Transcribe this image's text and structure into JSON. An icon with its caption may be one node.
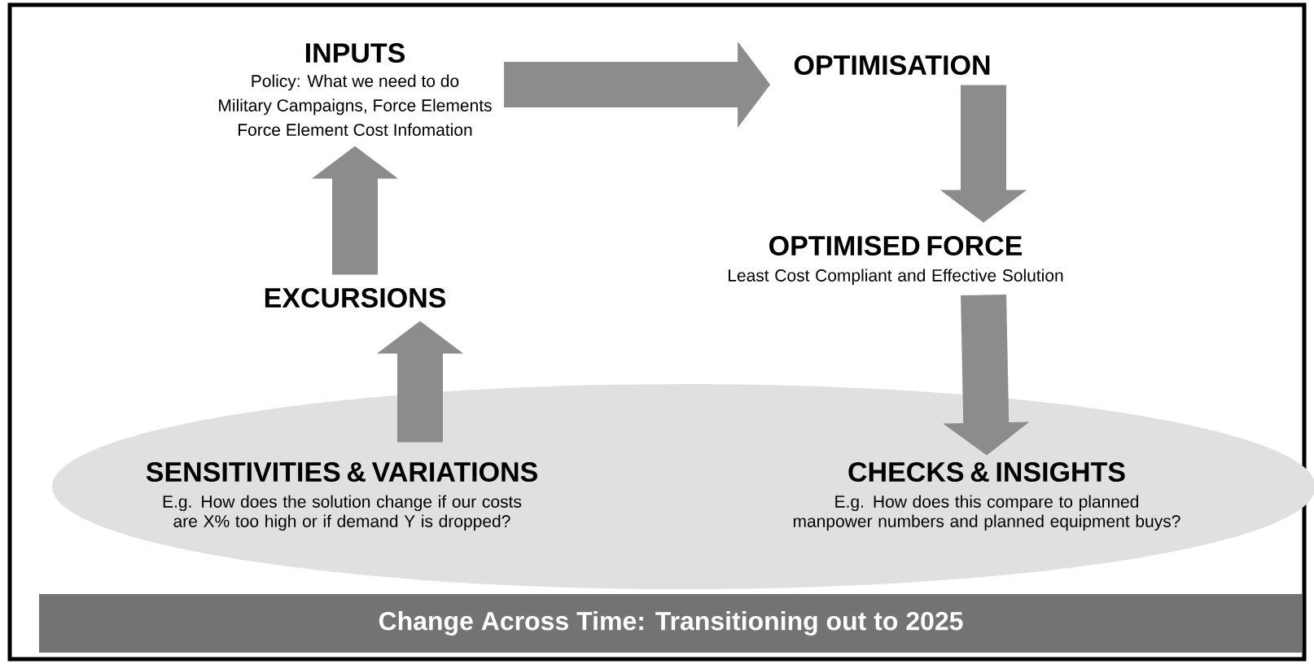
{
  "diagram": {
    "nodes": [
      {
        "text": [
          "INPUTS",
          "Policy: What we need to do",
          "Military Campaigns, Force Elements",
          "Force Element Cost Infomation"
        ]
      },
      {
        "text": [
          "OPTIMISATION"
        ]
      },
      {
        "text": [
          "EXCURSIONS"
        ]
      },
      {
        "text": [
          "OPTIMISED FORCE",
          "Least Cost Compliant and Effective Solution"
        ]
      },
      {
        "text": [],
        "shape": "ellipse"
      },
      {
        "text": [
          "SENSITIVITIES & VARIATIONS",
          "E.g. How does the solution change if our costs are X% too high or if demand Y is dropped?"
        ],
        "in": 4
      },
      {
        "text": [
          "CHECKS & INSIGHTS",
          "E.g. How does this compare to planned manpower numbers and planned equipment buys?"
        ],
        "in": 4
      },
      {
        "text": [
          "Change Across Time: Transitioning out to 2025"
        ]
      }
    ],
    "edges": [
      {
        "from": 0,
        "to": 1,
        "arrow": "to"
      },
      {
        "from": 1,
        "to": 3,
        "arrow": "to"
      },
      {
        "from": 3,
        "to": 6,
        "arrow": "to"
      },
      {
        "from": 5,
        "to": 2,
        "arrow": "to"
      },
      {
        "from": 2,
        "to": 0,
        "arrow": "to"
      }
    ]
  }
}
